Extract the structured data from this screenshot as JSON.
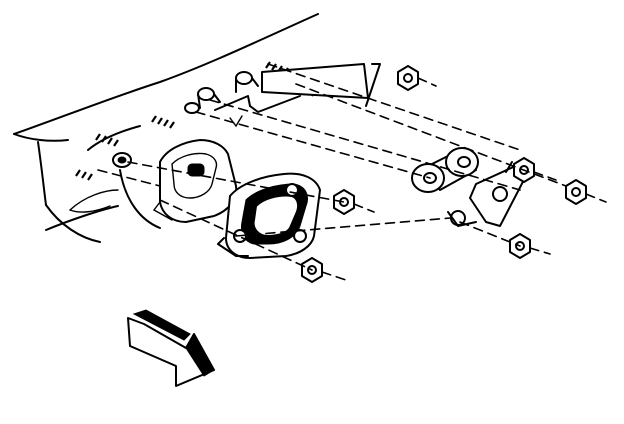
{
  "diagram": {
    "kind": "exploded-assembly-illustration",
    "line_color": "#000000",
    "background": "#ffffff",
    "parts": [
      "vehicle-frame",
      "mounting-studs",
      "mount-plate",
      "gasket-bracket",
      "spacer-tubes",
      "washers",
      "rear-bracket",
      "nuts"
    ],
    "direction_arrow": "front-of-vehicle-arrow"
  }
}
